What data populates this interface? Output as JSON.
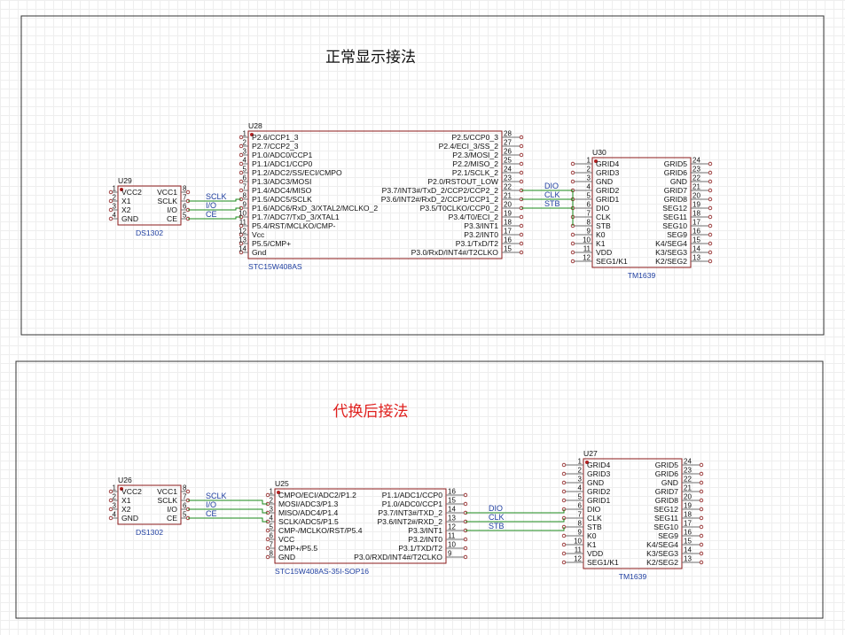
{
  "panels": [
    {
      "title": "正常显示接法",
      "title_color": "#111111",
      "net_labels": [
        "SCLK",
        "I/O",
        "CE",
        "DIO",
        "CLK",
        "STB"
      ],
      "rtc": {
        "ref": "U29",
        "part": "DS1302",
        "left": [
          [
            "1",
            "VCC2"
          ],
          [
            "2",
            "X1"
          ],
          [
            "3",
            "X2"
          ],
          [
            "4",
            "GND"
          ]
        ],
        "right": [
          [
            "8",
            "VCC1"
          ],
          [
            "7",
            "SCLK"
          ],
          [
            "6",
            "I/O"
          ],
          [
            "5",
            "CE"
          ]
        ]
      },
      "mcu": {
        "ref": "U28",
        "part": "STC15W408AS",
        "left": [
          [
            "1",
            "P2.6/CCP1_3"
          ],
          [
            "2",
            "P2.7/CCP2_3"
          ],
          [
            "3",
            "P1.0/ADC0/CCP1"
          ],
          [
            "4",
            "P1.1/ADC1/CCP0"
          ],
          [
            "5",
            "P1.2/ADC2/SS/ECI/CMPO"
          ],
          [
            "6",
            "P1.3/ADC3/MOSI"
          ],
          [
            "7",
            "P1.4/ADC4/MISO"
          ],
          [
            "8",
            "P1.5/ADC5/SCLK"
          ],
          [
            "9",
            "P1.6/ADC6/RxD_3/XTAL2/MCLKO_2"
          ],
          [
            "10",
            "P1.7/ADC7/TxD_3/XTAL1"
          ],
          [
            "11",
            "P5.4/RST/MCLKO/CMP-"
          ],
          [
            "12",
            "Vcc"
          ],
          [
            "13",
            "P5.5/CMP+"
          ],
          [
            "14",
            "Gnd"
          ]
        ],
        "right": [
          [
            "28",
            "P2.5/CCP0_3"
          ],
          [
            "27",
            "P2.4/ECI_3/SS_2"
          ],
          [
            "26",
            "P2.3/MOSI_2"
          ],
          [
            "25",
            "P2.2/MISO_2"
          ],
          [
            "24",
            "P2.1/SCLK_2"
          ],
          [
            "23",
            "P2.0/RSTOUT_LOW"
          ],
          [
            "22",
            "P3.7/INT3#/TxD_2/CCP2/CCP2_2"
          ],
          [
            "21",
            "P3.6/INT2#/RxD_2/CCP1/CCP1_2"
          ],
          [
            "20",
            "P3.5/T0CLKO/CCP0_2"
          ],
          [
            "19",
            "P3.4/T0/ECI_2"
          ],
          [
            "18",
            "P3.3/INT1"
          ],
          [
            "17",
            "P3.2/INT0"
          ],
          [
            "16",
            "P3.1/TxD/T2"
          ],
          [
            "15",
            "P3.0/RxD/INT4#/T2CLKO"
          ]
        ]
      },
      "driver": {
        "ref": "U30",
        "part": "TM1639",
        "left": [
          [
            "1",
            "GRID4"
          ],
          [
            "2",
            "GRID3"
          ],
          [
            "3",
            "GND"
          ],
          [
            "4",
            "GRID2"
          ],
          [
            "5",
            "GRID1"
          ],
          [
            "6",
            "DIO"
          ],
          [
            "7",
            "CLK"
          ],
          [
            "8",
            "STB"
          ],
          [
            "9",
            "K0"
          ],
          [
            "10",
            "K1"
          ],
          [
            "11",
            "VDD"
          ],
          [
            "12",
            "SEG1/K1"
          ]
        ],
        "right": [
          [
            "24",
            "GRID5"
          ],
          [
            "23",
            "GRID6"
          ],
          [
            "22",
            "GND"
          ],
          [
            "21",
            "GRID7"
          ],
          [
            "20",
            "GRID8"
          ],
          [
            "19",
            "SEG12"
          ],
          [
            "18",
            "SEG11"
          ],
          [
            "17",
            "SEG10"
          ],
          [
            "16",
            "SEG9"
          ],
          [
            "15",
            "K4/SEG4"
          ],
          [
            "14",
            "K3/SEG3"
          ],
          [
            "13",
            "K2/SEG2"
          ]
        ]
      }
    },
    {
      "title": "代换后接法",
      "title_color": "#e0201e",
      "net_labels": [
        "SCLK",
        "I/O",
        "CE",
        "DIO",
        "CLK",
        "STB"
      ],
      "rtc": {
        "ref": "U26",
        "part": "DS1302",
        "left": [
          [
            "1",
            "VCC2"
          ],
          [
            "2",
            "X1"
          ],
          [
            "3",
            "X2"
          ],
          [
            "4",
            "GND"
          ]
        ],
        "right": [
          [
            "8",
            "VCC1"
          ],
          [
            "7",
            "SCLK"
          ],
          [
            "6",
            "I/O"
          ],
          [
            "5",
            "CE"
          ]
        ]
      },
      "mcu": {
        "ref": "U25",
        "part": "STC15W408AS-35I-SOP16",
        "left": [
          [
            "1",
            "CMPO/ECI/ADC2/P1.2"
          ],
          [
            "2",
            "MOSI/ADC3/P1.3"
          ],
          [
            "3",
            "MISO/ADC4/P1.4"
          ],
          [
            "4",
            "SCLK/ADC5/P1.5"
          ],
          [
            "5",
            "CMP-/MCLKO/RST/P5.4"
          ],
          [
            "6",
            "VCC"
          ],
          [
            "7",
            "CMP+/P5.5"
          ],
          [
            "8",
            "GND"
          ]
        ],
        "right": [
          [
            "16",
            "P1.1/ADC1/CCP0"
          ],
          [
            "15",
            "P1.0/ADC0/CCP1"
          ],
          [
            "14",
            "P3.7/INT3#/TXD_2"
          ],
          [
            "13",
            "P3.6/INT2#/RXD_2"
          ],
          [
            "12",
            "P3.3/INT1"
          ],
          [
            "11",
            "P3.2/INT0"
          ],
          [
            "10",
            "P3.1/TXD/T2"
          ],
          [
            "9",
            "P3.0/RXD/INT4#/T2CLKO"
          ]
        ]
      },
      "driver": {
        "ref": "U27",
        "part": "TM1639",
        "left": [
          [
            "1",
            "GRID4"
          ],
          [
            "2",
            "GRID3"
          ],
          [
            "3",
            "GND"
          ],
          [
            "4",
            "GRID2"
          ],
          [
            "5",
            "GRID1"
          ],
          [
            "6",
            "DIO"
          ],
          [
            "7",
            "CLK"
          ],
          [
            "8",
            "STB"
          ],
          [
            "9",
            "K0"
          ],
          [
            "10",
            "K1"
          ],
          [
            "11",
            "VDD"
          ],
          [
            "12",
            "SEG1/K1"
          ]
        ],
        "right": [
          [
            "24",
            "GRID5"
          ],
          [
            "23",
            "GRID6"
          ],
          [
            "22",
            "GND"
          ],
          [
            "21",
            "GRID7"
          ],
          [
            "20",
            "GRID8"
          ],
          [
            "19",
            "SEG12"
          ],
          [
            "18",
            "SEG11"
          ],
          [
            "17",
            "SEG10"
          ],
          [
            "16",
            "SEG9"
          ],
          [
            "15",
            "K4/SEG4"
          ],
          [
            "14",
            "K3/SEG3"
          ],
          [
            "13",
            "K2/SEG2"
          ]
        ]
      }
    }
  ]
}
